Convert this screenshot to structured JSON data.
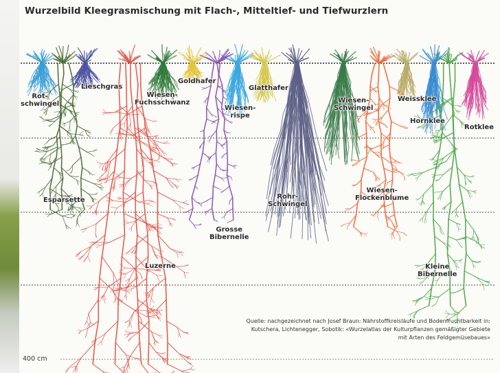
{
  "title": "Wurzelbild Kleegrasmischung mit Flach-, Mitteltief- und Tiefwurzlern",
  "plants": [
    {
      "id": "rotschwingel",
      "label_lines": [
        "Rot-",
        "schwingel"
      ],
      "color": "#3a9fd8"
    },
    {
      "id": "lieschgras",
      "label_lines": [
        "Lieschgras"
      ],
      "color": "#4e52a0"
    },
    {
      "id": "wiesenfuchsschwanz",
      "label_lines": [
        "Wiesen-",
        "Fuchsschwanz"
      ],
      "color": "#2f7a3a"
    },
    {
      "id": "goldhafer",
      "label_lines": [
        "Goldhafer"
      ],
      "color": "#e4c43c"
    },
    {
      "id": "wiesenrispe",
      "label_lines": [
        "Wiesen-",
        "rispe"
      ],
      "color": "#39a8e0"
    },
    {
      "id": "glatthafer",
      "label_lines": [
        "Glatthafer"
      ],
      "color": "#d4c850"
    },
    {
      "id": "rohrschwingel",
      "label_lines": [
        "Rohr-",
        "Schwingel"
      ],
      "color": "#5d5f86"
    },
    {
      "id": "wiesenschwingel",
      "label_lines": [
        "Wiesen-",
        "Schwingel"
      ],
      "color": "#3a7c4a"
    },
    {
      "id": "weissklee",
      "label_lines": [
        "Weissklee"
      ],
      "color": "#b9ad6a"
    },
    {
      "id": "hornklee",
      "label_lines": [
        "Hornklee"
      ],
      "color": "#3a8ccf"
    },
    {
      "id": "rotklee",
      "label_lines": [
        "Rotklee"
      ],
      "color": "#d64a9a"
    },
    {
      "id": "esparsette",
      "label_lines": [
        "Esparsette"
      ],
      "color": "#4e6e3a"
    },
    {
      "id": "grossebibernelle",
      "label_lines": [
        "Grosse",
        "Bibernelle"
      ],
      "color": "#8e55b0"
    },
    {
      "id": "luzerne",
      "label_lines": [
        "Luzerne"
      ],
      "color": "#e0574a"
    },
    {
      "id": "wiesenflockenblume",
      "label_lines": [
        "Wiesen-",
        "Flockenblume"
      ],
      "color": "#ee6a3a"
    },
    {
      "id": "kleinebibernelle",
      "label_lines": [
        "Kleine",
        "Bibernelle"
      ],
      "color": "#4fa84a"
    }
  ],
  "source_lines": [
    "Quelle: nachgezeichnet nach Josef Braun: Nährstoffkreisläufe und Bodenfruchtbarkeit in:",
    "Kutschera, Lichtenegger, Sobotik: «Wurzelatlas der Kulturpflanzen gemäßigter Gebiete",
    "mit Arten des Feldgemüsebaues»"
  ],
  "depth_label": "400 cm"
}
